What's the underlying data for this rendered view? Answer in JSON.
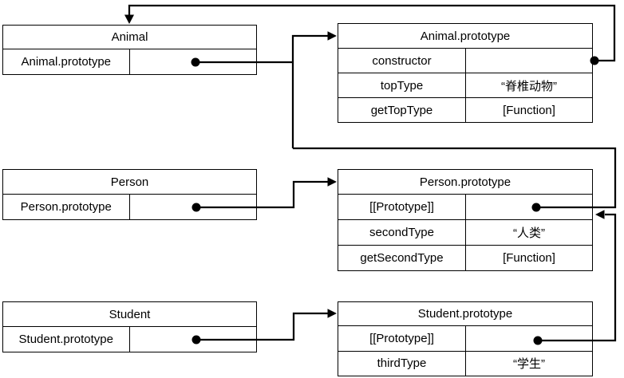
{
  "colors": {
    "line": "#000000",
    "background": "#ffffff",
    "text": "#000000"
  },
  "diagram": {
    "function_boxes": [
      {
        "title": "Animal",
        "ref_key": "Animal.prototype"
      },
      {
        "title": "Person",
        "ref_key": "Person.prototype"
      },
      {
        "title": "Student",
        "ref_key": "Student.prototype"
      }
    ],
    "prototype_tables": [
      {
        "title": "Animal.prototype",
        "rows": [
          {
            "key": "constructor",
            "value": ""
          },
          {
            "key": "topType",
            "value": "“脊椎动物”"
          },
          {
            "key": "getTopType",
            "value": "[Function]"
          }
        ]
      },
      {
        "title": "Person.prototype",
        "rows": [
          {
            "key": "[[Prototype]]",
            "value": ""
          },
          {
            "key": "secondType",
            "value": "“人类”"
          },
          {
            "key": "getSecondType",
            "value": "[Function]"
          }
        ]
      },
      {
        "title": "Student.prototype",
        "rows": [
          {
            "key": "[[Prototype]]",
            "value": ""
          },
          {
            "key": "thirdType",
            "value": "“学生”"
          }
        ]
      }
    ]
  }
}
